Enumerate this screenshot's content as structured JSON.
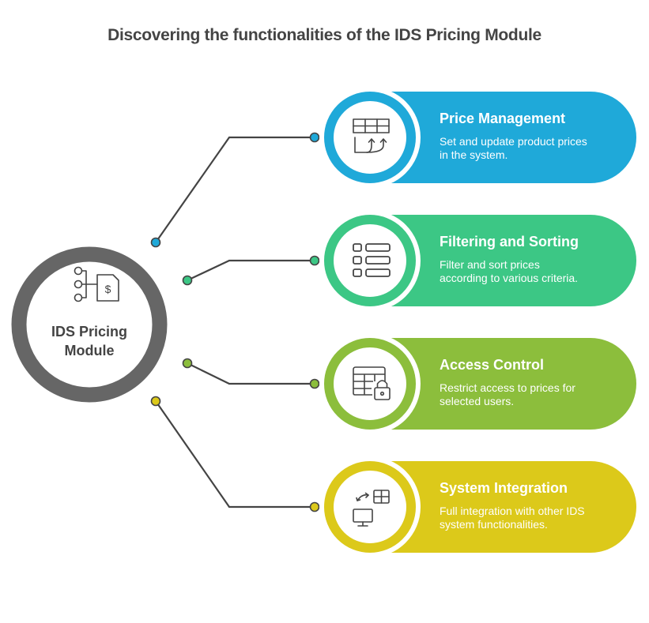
{
  "title": "Discovering the functionalities of the IDS Pricing Module",
  "hub": {
    "label_line1": "IDS Pricing",
    "label_line2": "Module",
    "icon": "pricing-module-icon",
    "ring_color": "#666666"
  },
  "connector_color": "#444444",
  "features": [
    {
      "title": "Price Management",
      "desc_line1": "Set and update product prices",
      "desc_line2": "in the system.",
      "icon": "table-update-icon",
      "color": "#1FA9D9"
    },
    {
      "title": "Filtering and Sorting",
      "desc_line1": "Filter and sort prices",
      "desc_line2": "according to various criteria.",
      "icon": "list-filter-icon",
      "color": "#3CC785"
    },
    {
      "title": "Access Control",
      "desc_line1": "Restrict access to prices for",
      "desc_line2": "selected users.",
      "icon": "table-lock-icon",
      "color": "#8CBE3C"
    },
    {
      "title": "System Integration",
      "desc_line1": "Full integration with other IDS",
      "desc_line2": "system functionalities.",
      "icon": "system-integration-icon",
      "color": "#DCC91A"
    }
  ]
}
